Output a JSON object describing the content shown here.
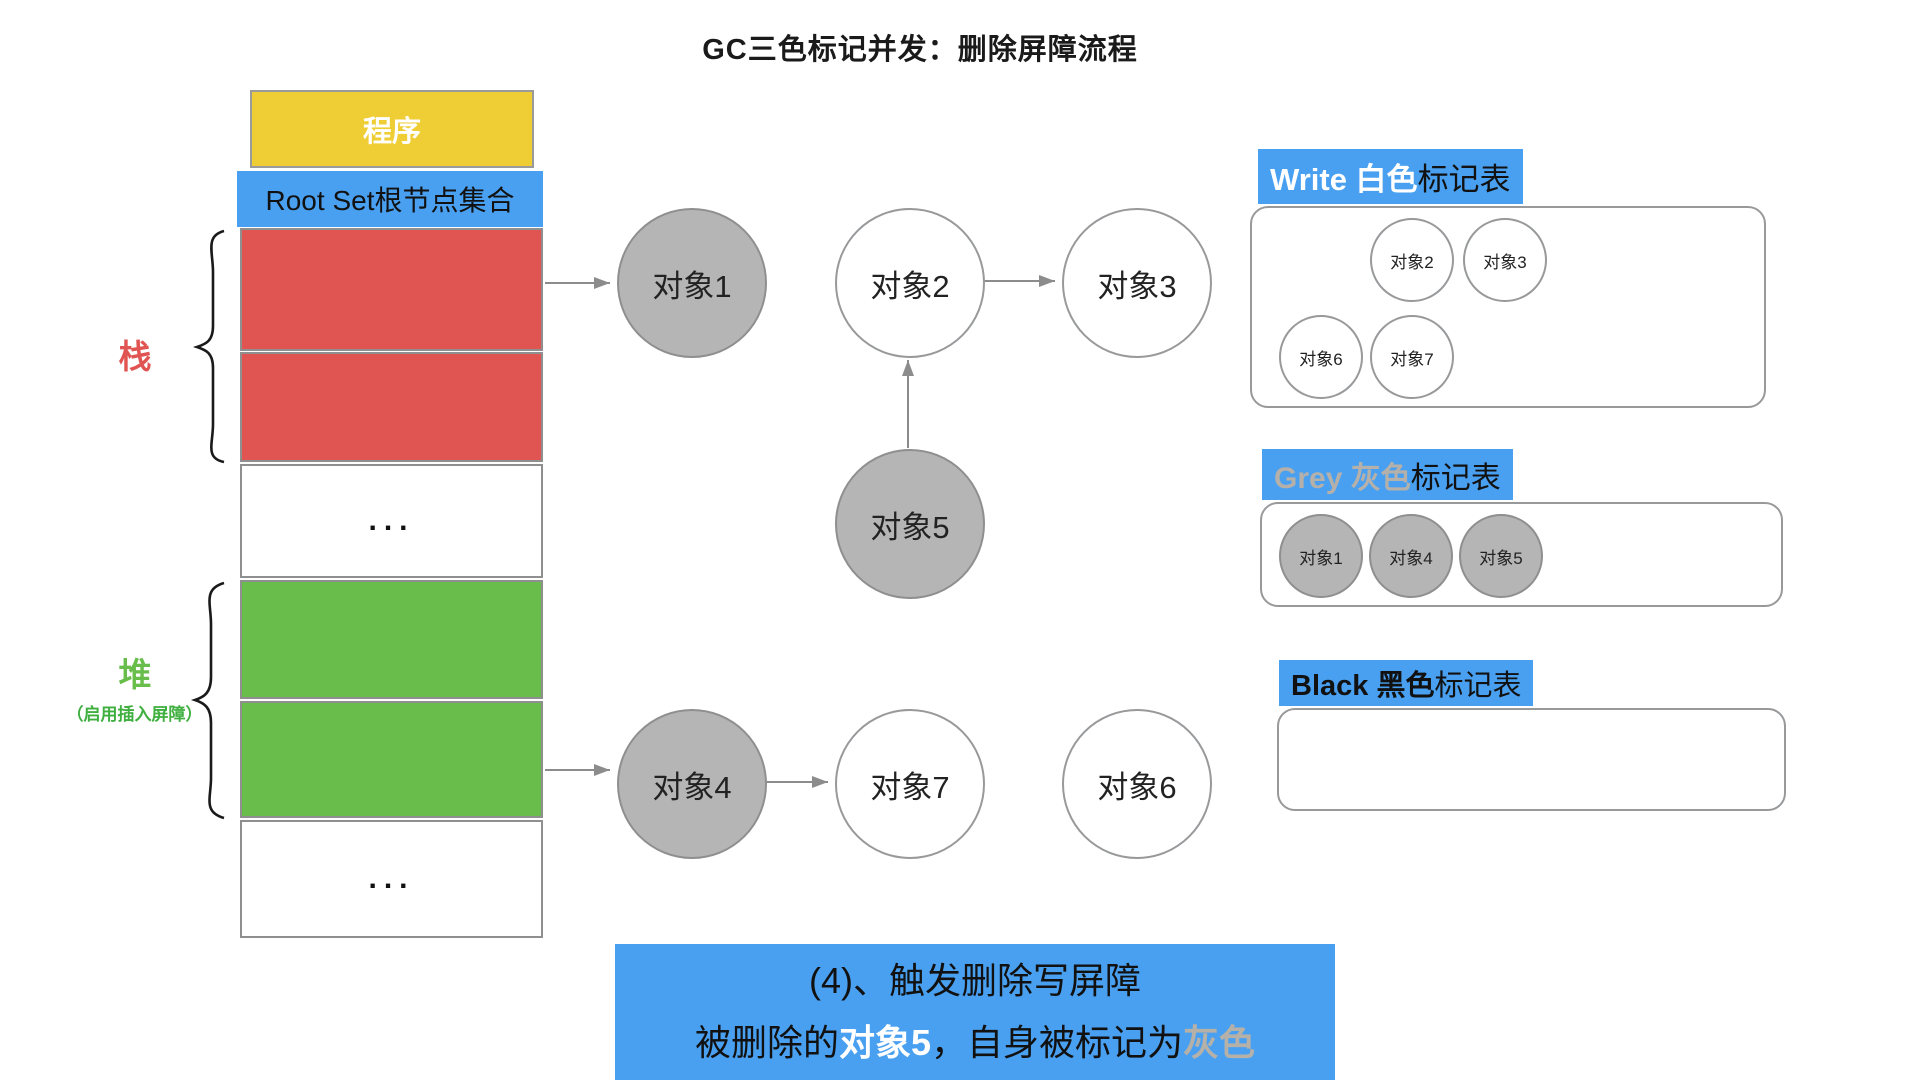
{
  "title": "GC三色标记并发：删除屏障流程",
  "colors": {
    "blue": "#4aa0f0",
    "yellow": "#efce35",
    "red": "#e05552",
    "green": "#69be4b",
    "gray_node": "#b5b5b5",
    "grey_text": "#b5b1aa"
  },
  "memory": {
    "program": "程序",
    "root_set": "Root Set根节点集合",
    "stack_label": "栈",
    "heap_label": "堆",
    "heap_note": "（启用插入屏障）",
    "ellipsis": "..."
  },
  "graph": {
    "nodes": [
      {
        "label": "对象1",
        "fill": "gray"
      },
      {
        "label": "对象2",
        "fill": "white"
      },
      {
        "label": "对象3",
        "fill": "white"
      },
      {
        "label": "对象5",
        "fill": "gray"
      },
      {
        "label": "对象4",
        "fill": "gray"
      },
      {
        "label": "对象7",
        "fill": "white"
      },
      {
        "label": "对象6",
        "fill": "white"
      }
    ],
    "edges": [
      "stack-cell-1 -> 对象1",
      "heap-cell-2 -> 对象4",
      "对象4 -> 对象7",
      "对象2 -> 对象3",
      "对象5 -> 对象2"
    ]
  },
  "tables": {
    "white": {
      "title_accent": "Write 白色",
      "title_rest": "标记表",
      "items": [
        "对象2",
        "对象3",
        "对象6",
        "对象7"
      ]
    },
    "grey": {
      "title_accent": "Grey 灰色",
      "title_rest": "标记表",
      "items": [
        "对象1",
        "对象4",
        "对象5"
      ]
    },
    "black": {
      "title_accent": "Black 黑色",
      "title_rest": "标记表",
      "items": []
    }
  },
  "annotation": {
    "line1": "(4)、触发删除写屏障",
    "line2": [
      {
        "t": "被删除的"
      },
      {
        "t": "对象5",
        "c": "white-bold"
      },
      {
        "t": "，自身被标记为"
      },
      {
        "t": "灰色",
        "c": "grey-bold"
      }
    ]
  }
}
